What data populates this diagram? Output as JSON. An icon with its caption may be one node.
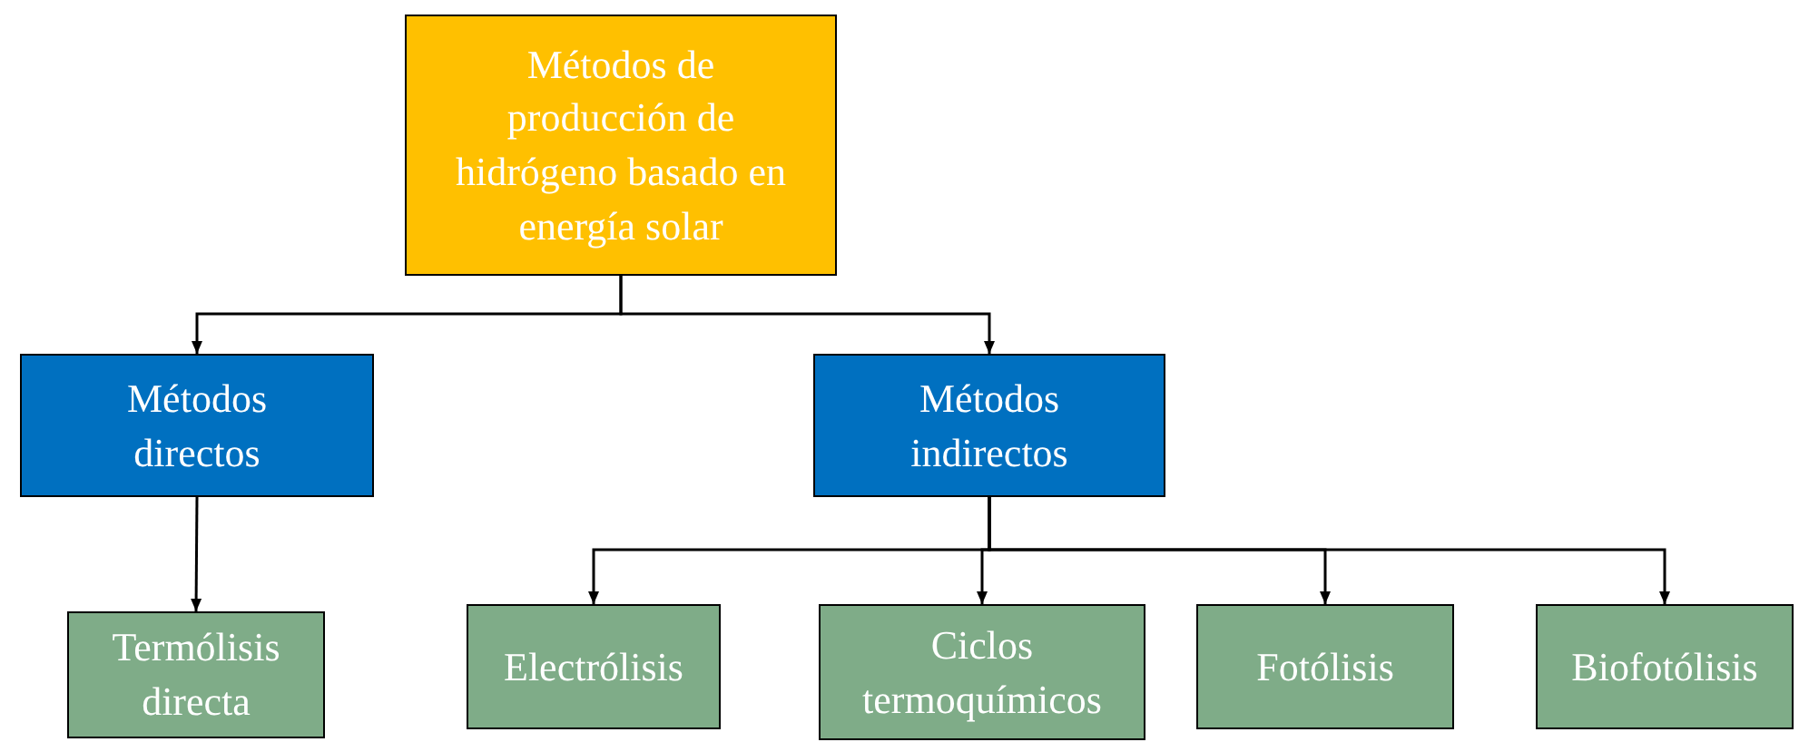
{
  "diagram": {
    "nodes": [
      {
        "text": [
          "Métodos de producción de hidrógeno basado en energía solar"
        ]
      },
      {
        "text": [
          "Métodos directos"
        ]
      },
      {
        "text": [
          "Métodos indirectos"
        ]
      },
      {
        "text": [
          "Termólisis directa"
        ]
      },
      {
        "text": [
          "Electrólisis"
        ]
      },
      {
        "text": [
          "Ciclos termoquímicos"
        ]
      },
      {
        "text": [
          "Fotólisis"
        ]
      },
      {
        "text": [
          "Biofotólisis"
        ]
      }
    ],
    "edges": [
      {
        "from": 0,
        "to": 1,
        "arrow": "to"
      },
      {
        "from": 0,
        "to": 2,
        "arrow": "to"
      },
      {
        "from": 1,
        "to": 3,
        "arrow": "to"
      },
      {
        "from": 2,
        "to": 4,
        "arrow": "to"
      },
      {
        "from": 2,
        "to": 5,
        "arrow": "to"
      },
      {
        "from": 2,
        "to": 6,
        "arrow": "to"
      },
      {
        "from": 2,
        "to": 7,
        "arrow": "to"
      }
    ]
  }
}
